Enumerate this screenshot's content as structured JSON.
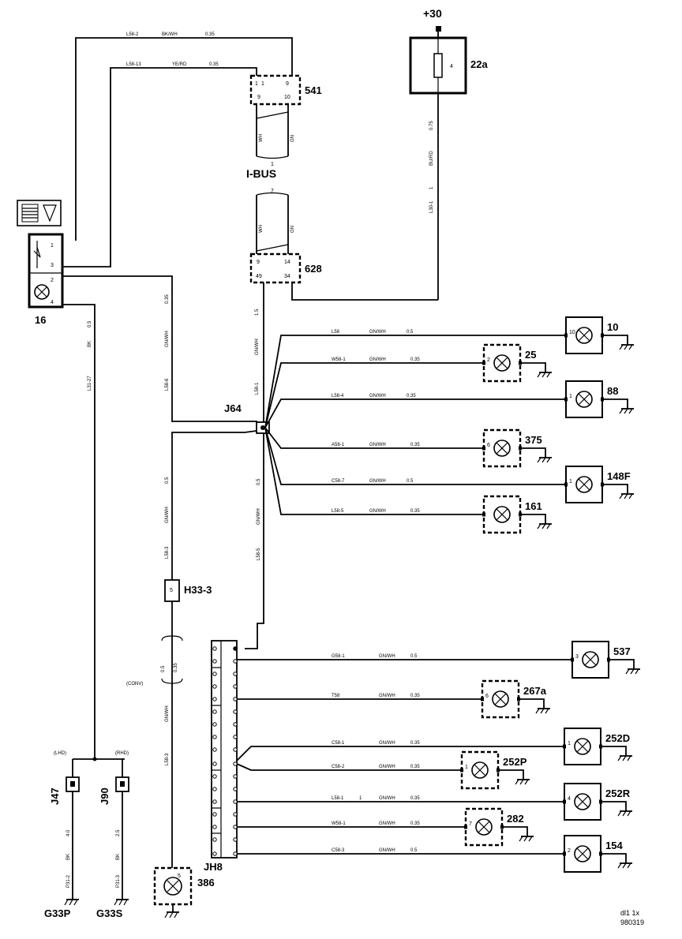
{
  "supply": {
    "label": "+30"
  },
  "components": {
    "fuse": {
      "ref": "22a",
      "pin": "4"
    },
    "c541": {
      "ref": "541",
      "pins": [
        "1",
        "1",
        "9",
        "10"
      ]
    },
    "c628": {
      "ref": "628",
      "pins": [
        "9",
        "14",
        "49",
        "34"
      ]
    },
    "ibus": {
      "label": "I-BUS",
      "pin_top": "1",
      "pin_bottom": "7"
    },
    "dimmer": {
      "ref": "16",
      "pins": [
        "1",
        "3",
        "2",
        "4"
      ]
    },
    "j64": {
      "ref": "J64"
    },
    "h33": {
      "ref": "H33-3",
      "pin": "5"
    },
    "jh8": {
      "ref": "JH8"
    },
    "j47": {
      "ref": "J47"
    },
    "j90": {
      "ref": "J90"
    },
    "g33p": {
      "ref": "G33P"
    },
    "g33s": {
      "ref": "G33S"
    },
    "bulb386": {
      "ref": "386",
      "pin": "5"
    }
  },
  "bus_colors": {
    "c541_left": "WH",
    "c541_right": "GN",
    "c628_left": "WH",
    "c628_right": "GN"
  },
  "top_wires": [
    {
      "id": "L58-2",
      "color": "BK/WH",
      "size": "0.35"
    },
    {
      "id": "L58-13",
      "color": "YE/RD",
      "size": "0.35"
    }
  ],
  "vertical_wires": {
    "fuse_out": {
      "size": "0.75",
      "color": "BU/RD",
      "num": "1",
      "id": "L30-1"
    },
    "c628_out": {
      "size": "1.5",
      "color": "GN/WH",
      "id": "L58-1"
    },
    "dimmer_out": {
      "size": "0.35",
      "color": "GN/WH",
      "id": "L58-6"
    },
    "dimmer_gnd": {
      "size": "0.5",
      "color": "BK",
      "id": "L31-27"
    },
    "h33_top": {
      "size": "0.5",
      "color": "GN/WH",
      "id": "L58-3"
    },
    "j64_down": {
      "size": "0.5",
      "color": "GN/WH",
      "id": "L58-5"
    },
    "h33_bottom": {
      "size1": "0.5",
      "size2": "0.35",
      "color": "GN/WH",
      "id": "L58-3"
    },
    "g33p": {
      "size": "4.0",
      "color": "BK",
      "id": "P31-2"
    },
    "g33s": {
      "size": "2.5",
      "color": "BK",
      "id": "P31-3"
    }
  },
  "j64_loads": [
    {
      "ref": "10",
      "wire": "L58",
      "color": "GN/WH",
      "size": "0.5",
      "pin": "10",
      "dashed": false
    },
    {
      "ref": "25",
      "wire": "W58-1",
      "color": "GN/WH",
      "size": "0.35",
      "pin": "2",
      "dashed": true
    },
    {
      "ref": "88",
      "wire": "L58-4",
      "color": "GN/WH",
      "size": "0.35",
      "pin": "1",
      "dashed": false
    },
    {
      "ref": "375",
      "wire": "A58-1",
      "color": "GN/WH",
      "size": "0.35",
      "pin": "6",
      "dashed": true
    },
    {
      "ref": "148F",
      "wire": "C58-7",
      "color": "GN/WH",
      "size": "0.5",
      "pin": "1",
      "dashed": false
    },
    {
      "ref": "161",
      "wire": "L58-5",
      "color": "GN/WH",
      "size": "0.35",
      "pin": "",
      "dashed": true
    }
  ],
  "jh8_loads": [
    {
      "ref": "537",
      "wire": "G58-1",
      "color": "GN/WH",
      "size": "0.5",
      "pin": "3",
      "dashed": false
    },
    {
      "ref": "267a",
      "wire": "T58",
      "color": "GN/WH",
      "size": "0.35",
      "pin": "6",
      "dashed": true
    },
    {
      "ref": "252D",
      "wire": "C58-1",
      "color": "GN/WH",
      "size": "0.35",
      "pin": "1",
      "dashed": false
    },
    {
      "ref": "252P",
      "wire": "C58-2",
      "color": "GN/WH",
      "size": "0.35",
      "pin": "1",
      "dashed": true
    },
    {
      "ref": "252R",
      "wire": "L58-1",
      "color": "GN/WH",
      "size": "0.35",
      "pin": "4",
      "dashed": false
    },
    {
      "ref": "282",
      "wire": "W58-1",
      "color": "GN/WH",
      "size": "0.35",
      "pin": "7",
      "dashed": true
    },
    {
      "ref": "154",
      "wire": "C58-3",
      "color": "GN/WH",
      "size": "0.5",
      "pin": "2",
      "dashed": false
    }
  ],
  "misc": {
    "lhd": "(LHD)",
    "rhd": "(RHD)",
    "conv": "(CONV)",
    "l58_1_note": "1"
  },
  "footer": {
    "line1": "dl1   1x",
    "line2": "980319"
  }
}
